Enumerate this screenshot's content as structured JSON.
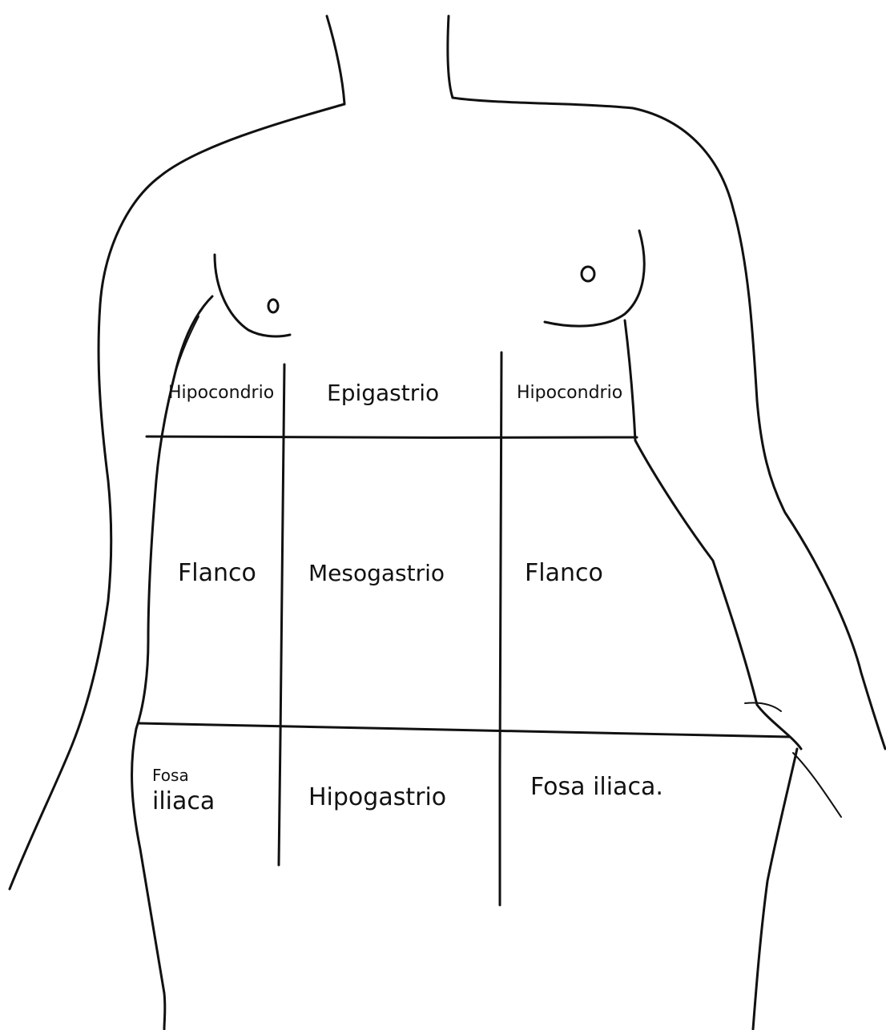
{
  "diagram": {
    "regions": {
      "hipocondrio_derecho": "Hipocondrio",
      "epigastrio": "Epigastrio",
      "hipocondrio_izquierdo": "Hipocondrio",
      "flanco_derecho": "Flanco",
      "mesogastrio": "Mesogastrio",
      "flanco_izquierdo": "Flanco",
      "fosa_iliaca_derecha_line1": "Fosa",
      "fosa_iliaca_derecha_line2": "iliaca",
      "hipogastrio": "Hipogastrio",
      "fosa_iliaca_izquierda": "Fosa iliaca."
    }
  }
}
